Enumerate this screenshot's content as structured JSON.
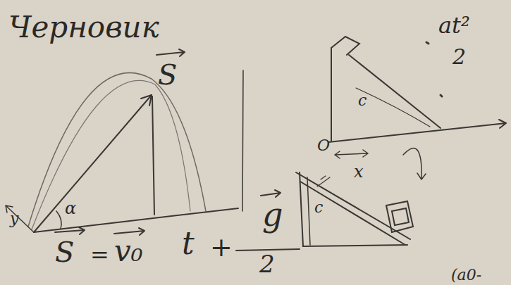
{
  "diagram": {
    "labels": [
      "Черновик",
      "S",
      "α",
      "y",
      "S",
      "=",
      "v₀",
      "t",
      "+",
      "g",
      "2",
      "at²",
      "2",
      "c",
      "O",
      "x",
      "c",
      "(a0-"
    ]
  }
}
